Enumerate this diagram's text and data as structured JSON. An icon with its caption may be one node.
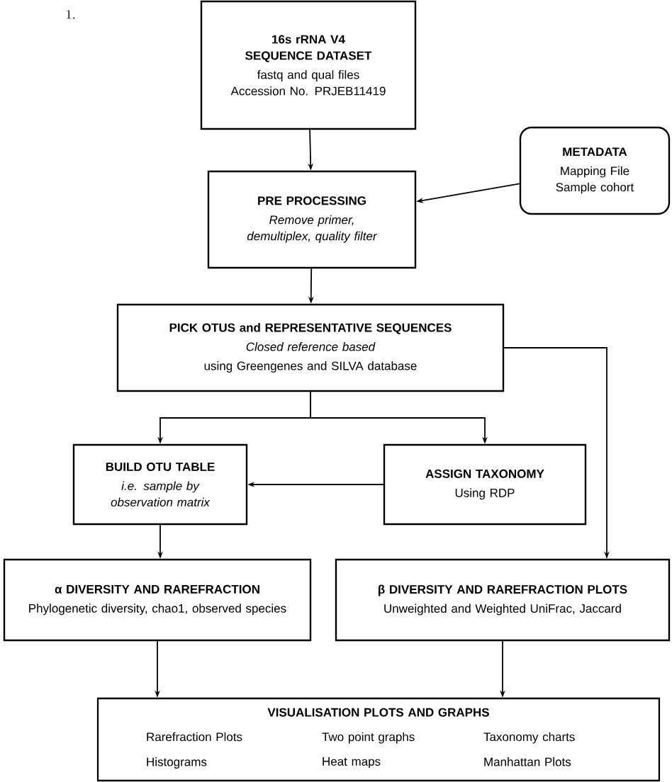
{
  "diagram": {
    "nodes": [
      {
        "text": [
          "16s rRNA V4 SEQUENCE DATASET",
          "fastq and qual files Accession No. PRJEB11419"
        ]
      },
      {
        "text": [
          "PRE PROCESSING",
          "Remove primer, demultiplex, quality filter"
        ]
      },
      {
        "text": [
          "METADATA",
          "Mapping File Sample cohort"
        ]
      },
      {
        "text": [
          "PICK OTUS and REPRESENTATIVE SEQUENCES",
          "Closed reference based",
          "using Greengenes and SILVA database"
        ]
      },
      {
        "text": [
          "BUILD OTU TABLE",
          "i.e. sample by observation matrix"
        ]
      },
      {
        "text": [
          "ASSIGN TAXONOMY",
          "Using RDP"
        ]
      },
      {
        "text": [
          "α DIVERSITY AND RAREFRACTION",
          "Phylogenetic diversity, chao1, observed species"
        ]
      },
      {
        "text": [
          "β DIVERSITY AND RAREFRACTION PLOTS",
          "Unweighted and Weighted UniFrac, Jaccard"
        ]
      },
      {
        "text": [
          "VISUALISATION PLOTS AND GRAPHS",
          "Rarefraction Plots",
          "Two point graphs",
          "Taxonomy charts",
          "Histograms",
          "Heat maps",
          "Manhattan Plots"
        ]
      }
    ],
    "edges": [
      {
        "from": 0,
        "to": 1,
        "arrow": "to"
      },
      {
        "from": 2,
        "to": 1,
        "arrow": "to"
      },
      {
        "from": 1,
        "to": 3,
        "arrow": "to"
      },
      {
        "from": 3,
        "to": 4,
        "arrow": "to"
      },
      {
        "from": 3,
        "to": 5,
        "arrow": "to"
      },
      {
        "from": 5,
        "to": 4,
        "arrow": "to"
      },
      {
        "from": 3,
        "to": 7,
        "arrow": "to"
      },
      {
        "from": 4,
        "to": 6,
        "arrow": "to"
      },
      {
        "from": 6,
        "to": 8,
        "arrow": "to"
      },
      {
        "from": 7,
        "to": 8,
        "arrow": "to"
      }
    ],
    "labels": [
      "1."
    ]
  }
}
